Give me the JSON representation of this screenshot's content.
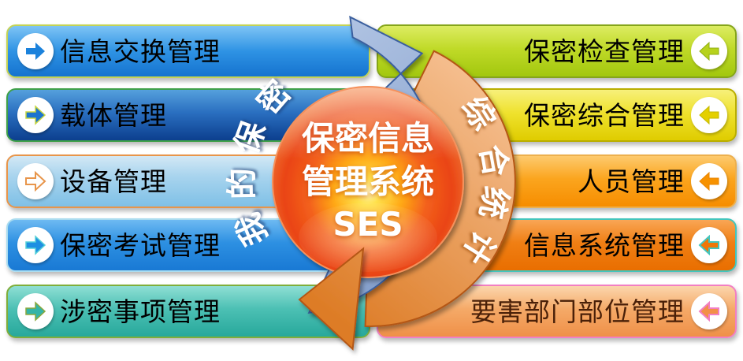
{
  "diagram": {
    "center": {
      "lines": [
        "保密信息",
        "管理系统",
        "SES"
      ],
      "glow_color": "#ffd832",
      "base_color": "#ef5a1c"
    },
    "left_arc": {
      "label": "我的保密",
      "chars": [
        "我",
        "的",
        "保",
        "密"
      ],
      "color": "#8fa9d0"
    },
    "right_arc": {
      "label": "综合统计",
      "chars": [
        "综",
        "合",
        "统",
        "计"
      ],
      "color": "#e8944a"
    },
    "left_modules": [
      {
        "label": "信息交换管理",
        "color": "#2e93e4"
      },
      {
        "label": "载体管理",
        "color": "#1a4f9e"
      },
      {
        "label": "设备管理",
        "color": "#a8d4ee"
      },
      {
        "label": "保密考试管理",
        "color": "#2d90e2"
      },
      {
        "label": "涉密事项管理",
        "color": "#3cb4a8"
      }
    ],
    "right_modules": [
      {
        "label": "保密检查管理",
        "color": "#b5cf1d"
      },
      {
        "label": "保密综合管理",
        "color": "#e8d400"
      },
      {
        "label": "人员管理",
        "color": "#f89c10"
      },
      {
        "label": "信息系统管理",
        "color": "#ee7508"
      },
      {
        "label": "要害部门部位管理",
        "color": "#f4a268"
      }
    ]
  }
}
